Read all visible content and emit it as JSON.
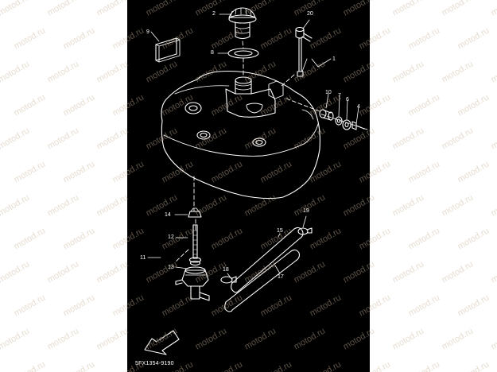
{
  "callouts": {
    "c1": "1",
    "c2": "2",
    "c4": "4",
    "c6": "6",
    "c7": "7",
    "c8": "8",
    "c9": "9",
    "c10": "10",
    "c11": "11",
    "c12": "12",
    "c13": "13",
    "c14": "14",
    "c15": "15",
    "c17": "17",
    "c18": "18",
    "c19": "19",
    "c20": "20"
  },
  "fwd_label": "FWD",
  "diagram_code": "5FX1354-9190",
  "watermark_text": "motod.ru",
  "colors": {
    "background": "#000000",
    "linework": "#ffffff",
    "page": "#ffffff",
    "watermark": "#c9b49a"
  }
}
